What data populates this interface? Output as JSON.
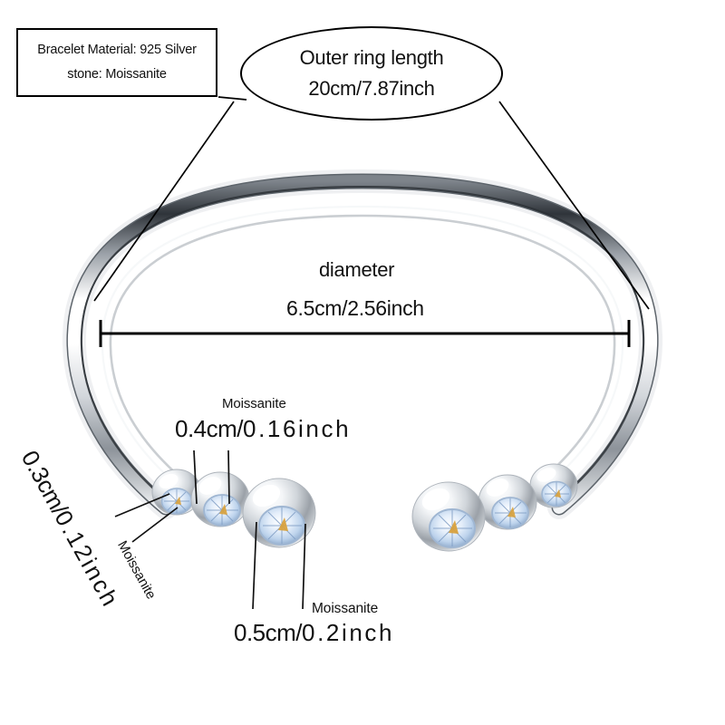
{
  "product": {
    "type": "open cuff bangle bracelet",
    "material_box": {
      "line1": "Bracelet Material: 925 Silver",
      "line2": "stone: Moissanite"
    },
    "outer_ring_callout": {
      "label": "Outer ring length",
      "value": "20cm/7.87inch"
    },
    "diameter_callout": {
      "label": "diameter",
      "value": "6.5cm/2.56inch"
    },
    "stone_callouts": [
      {
        "id": "small-stone",
        "label": "Moissanite",
        "value_prefix": "0.3cm/",
        "value_suffix": "0.12inch",
        "value": "0.3cm/0.12inch"
      },
      {
        "id": "medium-stone",
        "label": "Moissanite",
        "value_prefix": "0.4cm/",
        "value_suffix": "0.16inch",
        "value": "0.4cm/0.16inch"
      },
      {
        "id": "large-stone",
        "label": "Moissanite",
        "value_prefix": "0.5cm/",
        "value_suffix": "0.2inch",
        "value": "0.5cm/0.2inch"
      }
    ]
  },
  "colors": {
    "background": "#ffffff",
    "line": "#000000",
    "metal_light": "#ffffff",
    "metal_mid": "#c9ccd1",
    "metal_dark": "#6b7076",
    "metal_shadow": "#3a3e44",
    "gem_blue": "#c2d6ee",
    "gem_deep": "#7f9dc4",
    "gem_gold": "#d9a13a"
  }
}
